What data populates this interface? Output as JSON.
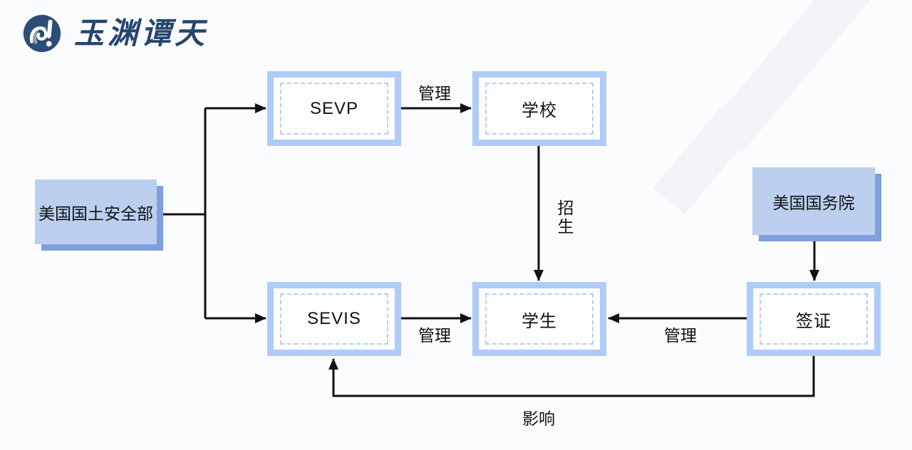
{
  "brand": {
    "logo_text": "玉渊谭天"
  },
  "colors": {
    "background": "#fbfcfe",
    "stripe": "#f3f4f8",
    "outlined_box_border": "#aecbfa",
    "outlined_box_dash": "#b7cff7",
    "outlined_box_fill": "#ffffff",
    "solid_box_fill": "#bccfee",
    "solid_box_shadow": "#7e9ede",
    "arrow": "#111111",
    "logo_circle": "#2b4d77",
    "logo_text_color": "#26456e"
  },
  "diagram": {
    "nodes": {
      "dhs": {
        "label": "美国国土安全部"
      },
      "sevp": {
        "label": "SEVP"
      },
      "school": {
        "label": "学校"
      },
      "sevis": {
        "label": "SEVIS"
      },
      "student": {
        "label": "学生"
      },
      "dos": {
        "label": "美国国务院"
      },
      "visa": {
        "label": "签证"
      }
    },
    "edge_labels": {
      "sevp_school": "管理",
      "school_student": "招生",
      "sevis_student": "管理",
      "visa_student": "管理",
      "visa_sevis": "影响"
    },
    "edges": [
      {
        "from": "美国国土安全部",
        "to": "SEVP",
        "label": ""
      },
      {
        "from": "美国国土安全部",
        "to": "SEVIS",
        "label": ""
      },
      {
        "from": "SEVP",
        "to": "学校",
        "label": "管理"
      },
      {
        "from": "学校",
        "to": "学生",
        "label": "招生"
      },
      {
        "from": "SEVIS",
        "to": "学生",
        "label": "管理"
      },
      {
        "from": "美国国务院",
        "to": "签证",
        "label": ""
      },
      {
        "from": "签证",
        "to": "学生",
        "label": "管理"
      },
      {
        "from": "签证",
        "to": "SEVIS",
        "label": "影响"
      }
    ]
  }
}
